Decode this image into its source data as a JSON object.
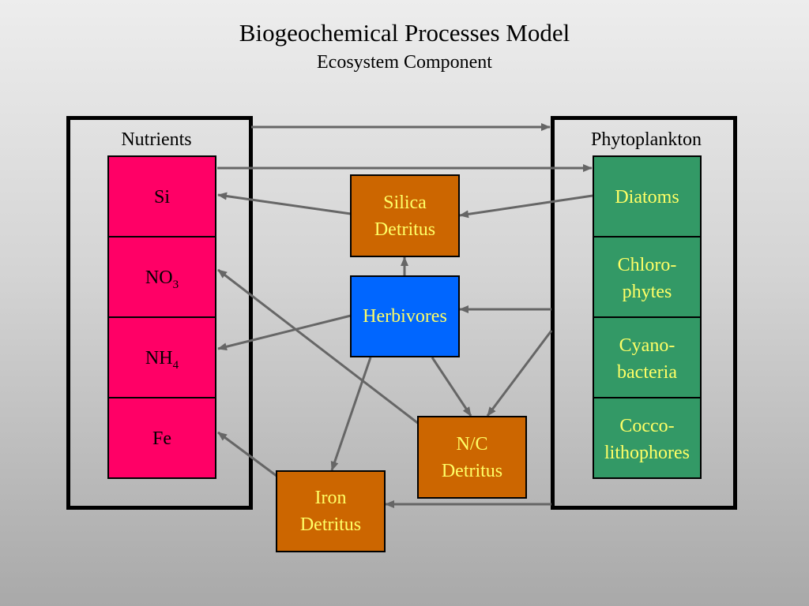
{
  "header": {
    "title": "Biogeochemical Processes Model",
    "subtitle": "Ecosystem Component"
  },
  "nutrients": {
    "label": "Nutrients",
    "cells": [
      {
        "base": "Si",
        "sub": ""
      },
      {
        "base": "NO",
        "sub": "3"
      },
      {
        "base": "NH",
        "sub": "4"
      },
      {
        "base": "Fe",
        "sub": ""
      }
    ]
  },
  "phytoplankton": {
    "label": "Phytoplankton",
    "cells": [
      {
        "line1": "Diatoms",
        "line2": ""
      },
      {
        "line1": "Chloro-",
        "line2": "phytes"
      },
      {
        "line1": "Cyano-",
        "line2": "bacteria"
      },
      {
        "line1": "Cocco-",
        "line2": "lithophores"
      }
    ]
  },
  "processes": {
    "silica_detritus": {
      "line1": "Silica",
      "line2": "Detritus"
    },
    "herbivores": {
      "line1": "Herbivores"
    },
    "nc_detritus": {
      "line1": "N/C",
      "line2": "Detritus"
    },
    "iron_detritus": {
      "line1": "Iron",
      "line2": "Detritus"
    }
  },
  "colors": {
    "nutrient_fill": "#ff0066",
    "phyto_fill": "#339966",
    "detritus_fill": "#cc6600",
    "herbivore_fill": "#0066ff",
    "box_text": "#ffff66",
    "arrow": "#666666"
  }
}
